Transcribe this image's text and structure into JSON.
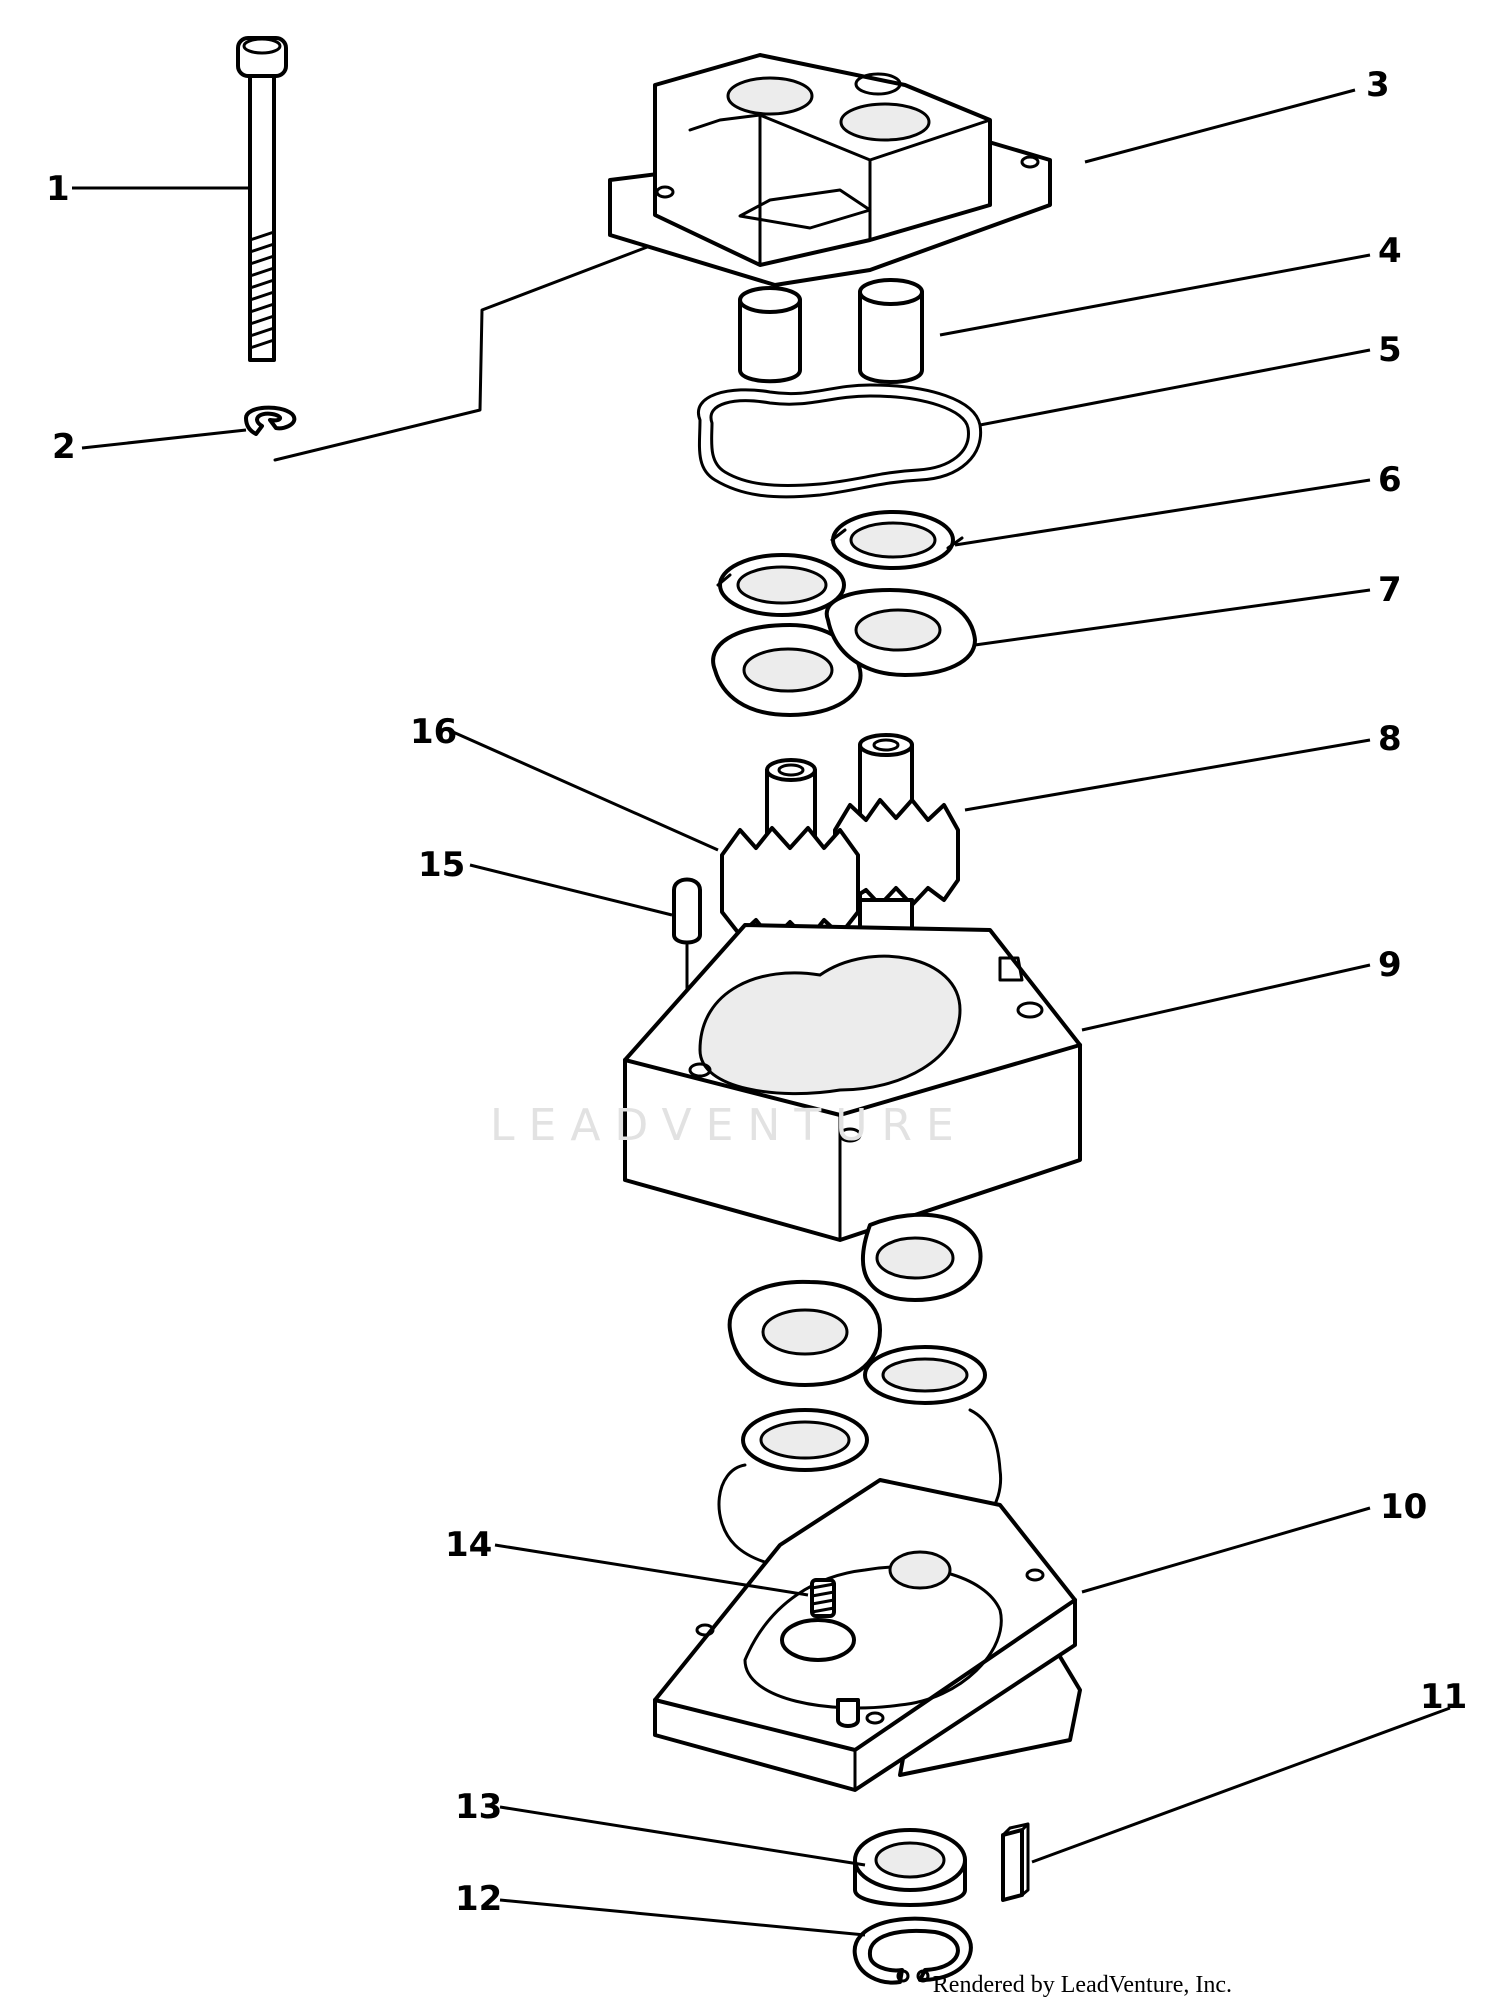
{
  "diagram": {
    "callouts": [
      {
        "id": "1",
        "label": "1"
      },
      {
        "id": "2",
        "label": "2"
      },
      {
        "id": "3",
        "label": "3"
      },
      {
        "id": "4",
        "label": "4"
      },
      {
        "id": "5",
        "label": "5"
      },
      {
        "id": "6",
        "label": "6"
      },
      {
        "id": "7",
        "label": "7"
      },
      {
        "id": "8",
        "label": "8"
      },
      {
        "id": "9",
        "label": "9"
      },
      {
        "id": "10",
        "label": "10"
      },
      {
        "id": "11",
        "label": "11"
      },
      {
        "id": "12",
        "label": "12"
      },
      {
        "id": "13",
        "label": "13"
      },
      {
        "id": "14",
        "label": "14"
      },
      {
        "id": "15",
        "label": "15"
      },
      {
        "id": "16",
        "label": "16"
      }
    ],
    "watermark": "LEADVENTURE",
    "credit": "Rendered by LeadVenture, Inc."
  }
}
